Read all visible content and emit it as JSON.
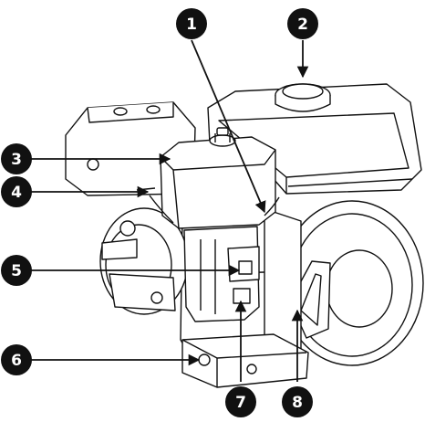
{
  "diagram": {
    "type": "engine-parts-callout",
    "colors": {
      "line": "#111111",
      "fill": "#ffffff",
      "badge": "#111111",
      "badge_text": "#ffffff"
    },
    "callouts": [
      {
        "id": "c1",
        "label": "1"
      },
      {
        "id": "c2",
        "label": "2"
      },
      {
        "id": "c3",
        "label": "3"
      },
      {
        "id": "c4",
        "label": "4"
      },
      {
        "id": "c5",
        "label": "5"
      },
      {
        "id": "c6",
        "label": "6"
      },
      {
        "id": "c7",
        "label": "7"
      },
      {
        "id": "c8",
        "label": "8"
      }
    ]
  }
}
